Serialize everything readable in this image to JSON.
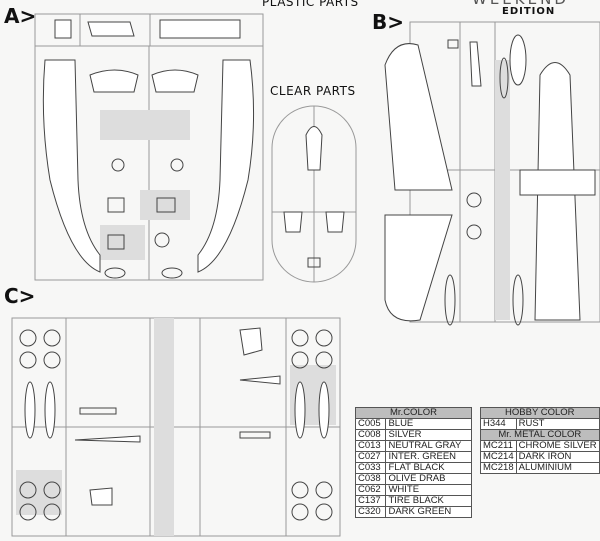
{
  "headers": {
    "plastic_parts": "PLASTIC PARTS",
    "clear_parts": "CLEAR PARTS",
    "edition_top": "WEEKEND",
    "edition": "EDITION"
  },
  "sprues": {
    "a": "A>",
    "b": "B>",
    "c": "C>"
  },
  "mr_color": {
    "title": "Mr.COLOR",
    "rows": [
      {
        "code": "C005",
        "name": "BLUE"
      },
      {
        "code": "C008",
        "name": "SILVER"
      },
      {
        "code": "C013",
        "name": "NEUTRAL GRAY"
      },
      {
        "code": "C027",
        "name": "INTER. GREEN"
      },
      {
        "code": "C033",
        "name": "FLAT BLACK"
      },
      {
        "code": "C038",
        "name": "OLIVE DRAB"
      },
      {
        "code": "C062",
        "name": "WHITE"
      },
      {
        "code": "C137",
        "name": "TIRE BLACK"
      },
      {
        "code": "C320",
        "name": "DARK GREEN"
      }
    ]
  },
  "hobby_color": {
    "title": "HOBBY COLOR",
    "rows": [
      {
        "code": "H344",
        "name": "RUST"
      }
    ],
    "metal_title": "Mr. METAL COLOR",
    "metal_rows": [
      {
        "code": "MC211",
        "name": "CHROME SILVER"
      },
      {
        "code": "MC214",
        "name": "DARK IRON"
      },
      {
        "code": "MC218",
        "name": "ALUMINIUM"
      }
    ]
  }
}
